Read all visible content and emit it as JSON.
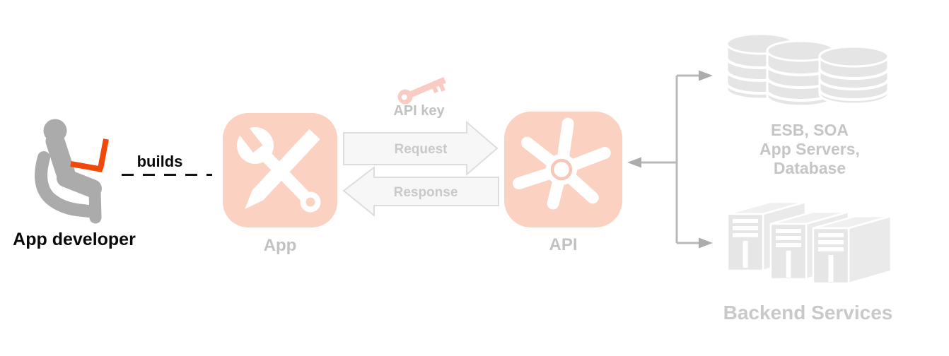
{
  "developer": {
    "label": "App developer",
    "relation_label": "builds"
  },
  "app": {
    "label": "App"
  },
  "api": {
    "label": "API"
  },
  "api_key": {
    "label": "API key"
  },
  "request_arrow": {
    "label": "Request"
  },
  "response_arrow": {
    "label": "Response"
  },
  "backend_top": {
    "label_lines": [
      "ESB, SOA",
      "App Servers,",
      "Database"
    ]
  },
  "backend_bottom": {
    "label": "Backend Services"
  },
  "colors": {
    "accent_salmon": "#FBD1C1",
    "key_salmon": "#F8CCC2",
    "laptop_orange": "#F0480A",
    "figure_gray": "#ABABAB",
    "muted_label_gray": "#C3C3C3",
    "arrow_fill_gray": "#F7F7F7",
    "arrow_border_gray": "#DDDDDD",
    "backend_shape_gray": "#E5E5E5",
    "connector_gray": "#B9B9B9",
    "text_black": "#0A0A0A",
    "background": "#FFFFFF"
  },
  "icons": {
    "developer": "seated-person-with-laptop-icon",
    "app": "wrench-and-pencil-icon",
    "api": "gear-asterisk-icon",
    "api_key": "key-icon",
    "backend_top": "database-stack-icon",
    "backend_bottom": "server-towers-icon"
  }
}
